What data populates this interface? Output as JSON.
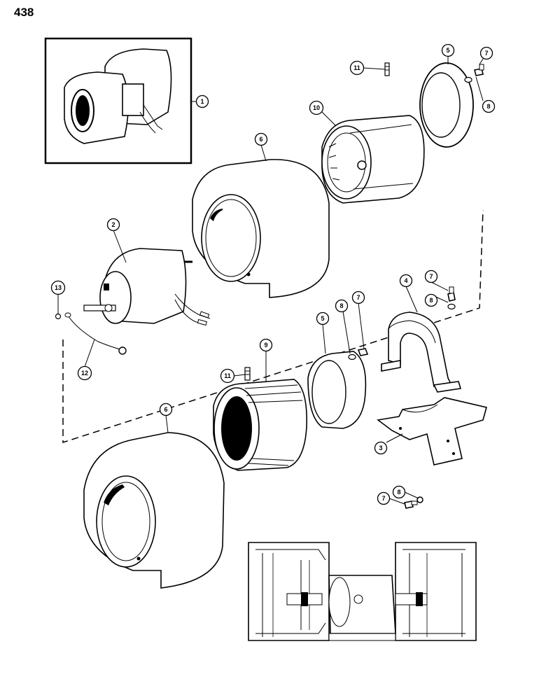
{
  "page_number": "438",
  "callouts": {
    "c1": "1",
    "c2": "2",
    "c3": "3",
    "c4": "4",
    "c5a": "5",
    "c5b": "5",
    "c6a": "6",
    "c6b": "6",
    "c7a": "7",
    "c7b": "7",
    "c7c": "7",
    "c7d": "7",
    "c8a": "8",
    "c8b": "8",
    "c8c": "8",
    "c8d": "8",
    "c9": "9",
    "c10": "10",
    "c11a": "11",
    "c11b": "11",
    "c12": "12",
    "c13": "13"
  }
}
